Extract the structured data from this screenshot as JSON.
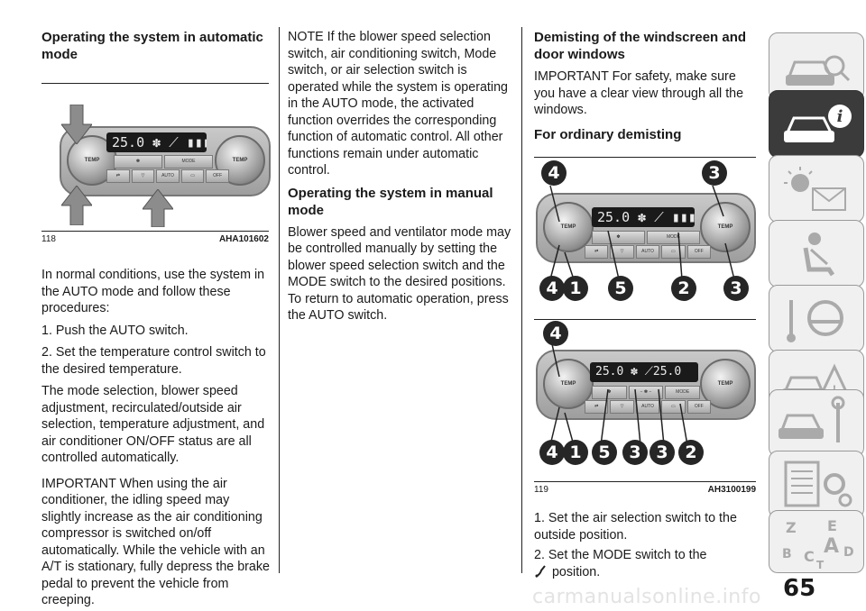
{
  "col1": {
    "heading": "Operating the system in automatic mode",
    "figure": {
      "number": "118",
      "code": "AHA101602"
    },
    "p1": "In normal conditions, use the system in the AUTO mode and follow these procedures:",
    "step1": "1. Push the AUTO switch.",
    "step2": "2. Set the temperature control switch to the desired temperature.",
    "p2": "The mode selection, blower speed adjustment, recirculated/outside air selection, temperature adjustment, and air conditioner ON/OFF status are all controlled automatically.",
    "p3": "IMPORTANT When using the air conditioner, the idling speed may slightly increase as the air conditioning compressor is switched on/off automatically. While the vehicle with an A/T is stationary, fully depress the brake pedal to prevent the vehicle from creeping."
  },
  "col2": {
    "note": "NOTE If the blower speed selection switch, air conditioning switch, Mode switch, or air selection switch is operated while the system is operating in the AUTO mode, the activated function overrides the corresponding function of automatic control. All other functions remain under automatic control.",
    "heading": "Operating the system in manual mode",
    "p1": "Blower speed and ventilator mode may be controlled manually by setting the blower speed selection switch and the MODE switch to the desired positions. To return to automatic operation, press the AUTO switch."
  },
  "col3": {
    "heading": "Demisting of the windscreen and door windows",
    "important": "IMPORTANT For safety, make sure you have a clear view through all the windows.",
    "subheading": "For ordinary demisting",
    "figure": {
      "number": "119",
      "code": "AH3100199"
    },
    "step1": "1. Set the air selection switch to the outside position.",
    "step2": "2. Set the MODE switch to the",
    "step2_end": "position."
  },
  "panel_labels": {
    "temp": "TEMP",
    "mode": "MODE",
    "auto": "AUTO",
    "off": "OFF",
    "lcd_temp": "25.0"
  },
  "callouts_top": {
    "tl": "4",
    "tr": "3",
    "b1": "4",
    "b2": "1",
    "b3": "5",
    "b4": "2",
    "b5": "3"
  },
  "callouts_bottom": {
    "t": "4",
    "b1": "4",
    "b2": "1",
    "b3": "5",
    "b4": "3",
    "b5": "3",
    "b6": "2"
  },
  "page_number": "65",
  "watermark": "carmanualsonline.info",
  "sidebar_icons": [
    "car-search-icon",
    "car-info-icon",
    "warning-lights-icon",
    "airbag-seat-icon",
    "steering-key-icon",
    "breakdown-warning-icon",
    "car-service-icon",
    "specifications-icon",
    "index-icon"
  ]
}
